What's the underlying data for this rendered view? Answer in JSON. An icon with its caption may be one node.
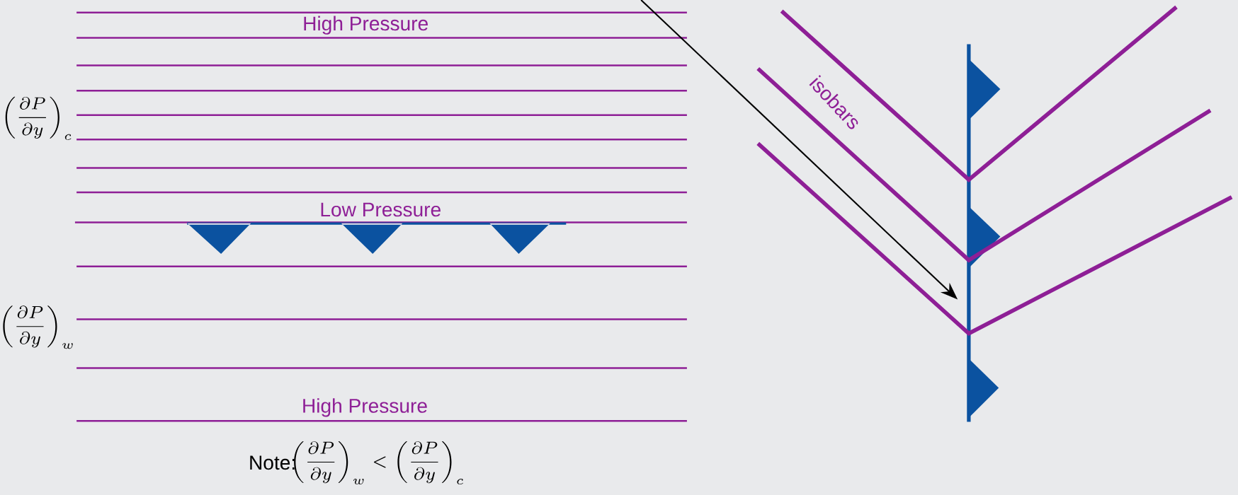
{
  "diagram": {
    "labels": [
      "High Pressure",
      "\\left(\\frac{\\partial P}{\\partial y}\\right)_{c}",
      "Low Pressure",
      "\\left(\\frac{\\partial P}{\\partial y}\\right)_{w}",
      "High Pressure",
      "Note:",
      "\\left(\\frac{\\partial P}{\\partial y}\\right)_{w} < \\left(\\frac{\\partial P}{\\partial y}\\right)_{c}",
      "isobars"
    ]
  }
}
